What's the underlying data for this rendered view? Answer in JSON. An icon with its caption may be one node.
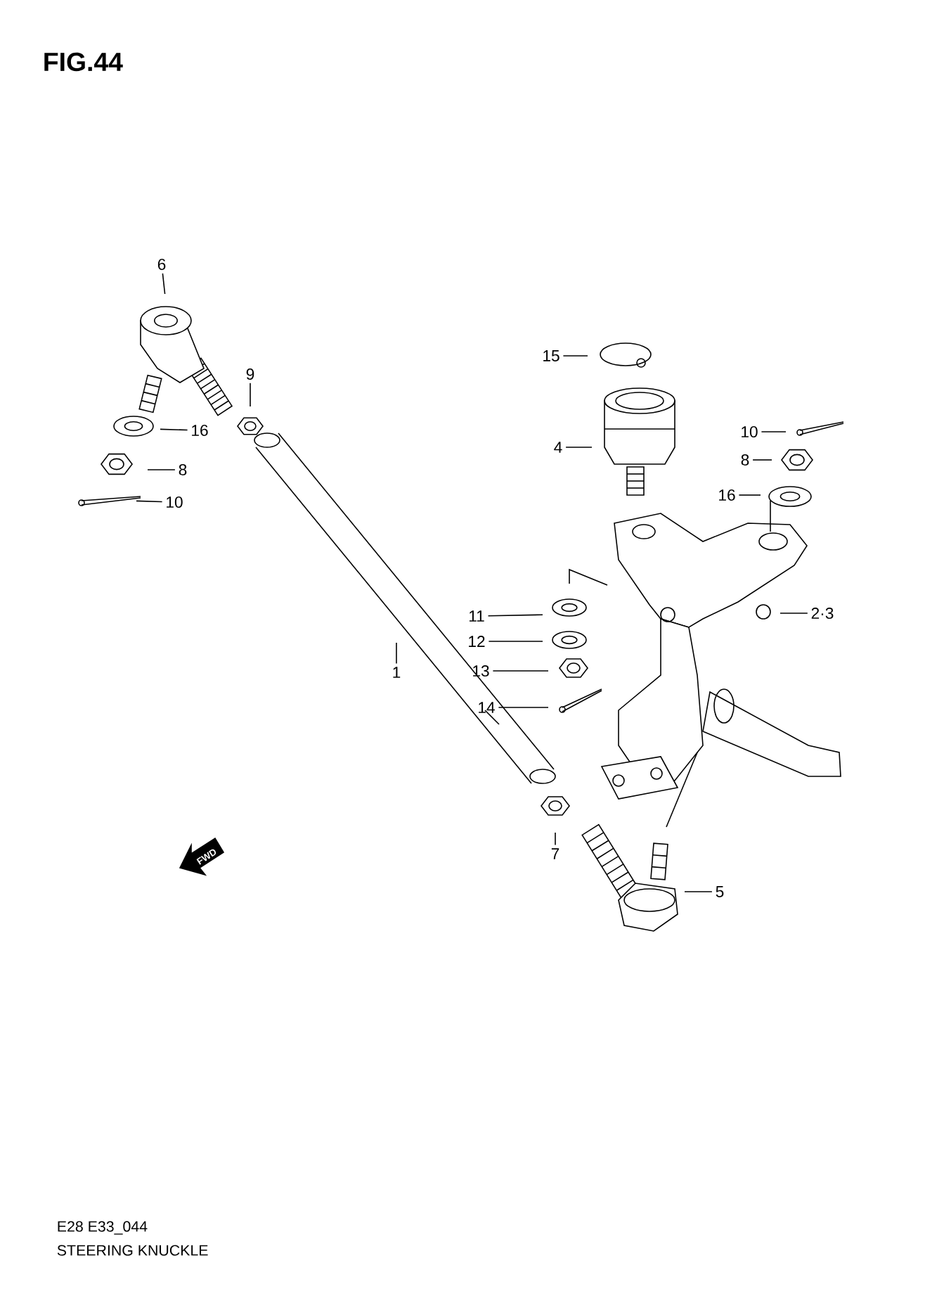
{
  "diagram": {
    "title": "FIG.44",
    "caption": "STEERING KNUCKLE",
    "nodes": [
      {
        "text": [
          "6"
        ]
      },
      {
        "text": [
          "9"
        ]
      },
      {
        "text": [
          "16"
        ]
      },
      {
        "text": [
          "8"
        ]
      },
      {
        "text": [
          "10"
        ]
      },
      {
        "text": [
          "15"
        ]
      },
      {
        "text": [
          "4"
        ]
      },
      {
        "text": [
          "10"
        ]
      },
      {
        "text": [
          "8"
        ]
      },
      {
        "text": [
          "16"
        ]
      },
      {
        "text": [
          "11"
        ]
      },
      {
        "text": [
          "2·3"
        ]
      },
      {
        "text": [
          "12"
        ]
      },
      {
        "text": [
          "13"
        ]
      },
      {
        "text": [
          "14"
        ]
      },
      {
        "text": [
          "1"
        ]
      },
      {
        "text": [
          "7"
        ]
      },
      {
        "text": [
          "5"
        ]
      }
    ],
    "edges": [
      {
        "from": 0,
        "to": null,
        "arrow": "none"
      },
      {
        "from": 1,
        "to": null,
        "arrow": "none"
      },
      {
        "from": 2,
        "to": null,
        "arrow": "none"
      },
      {
        "from": 3,
        "to": null,
        "arrow": "none"
      },
      {
        "from": 4,
        "to": null,
        "arrow": "none"
      },
      {
        "from": 5,
        "to": null,
        "arrow": "none"
      },
      {
        "from": 6,
        "to": null,
        "arrow": "none"
      },
      {
        "from": 7,
        "to": null,
        "arrow": "none"
      },
      {
        "from": 8,
        "to": null,
        "arrow": "none"
      },
      {
        "from": 9,
        "to": null,
        "arrow": "none"
      },
      {
        "from": 10,
        "to": null,
        "arrow": "none"
      },
      {
        "from": 11,
        "to": null,
        "arrow": "none"
      },
      {
        "from": 12,
        "to": null,
        "arrow": "none"
      },
      {
        "from": 13,
        "to": null,
        "arrow": "none"
      },
      {
        "from": 14,
        "to": null,
        "arrow": "none"
      },
      {
        "from": 15,
        "to": null,
        "arrow": "none"
      },
      {
        "from": 16,
        "to": null,
        "arrow": "none"
      },
      {
        "from": 17,
        "to": null,
        "arrow": "none"
      }
    ],
    "labels": [
      "FWD",
      "E28 E33_044"
    ]
  }
}
